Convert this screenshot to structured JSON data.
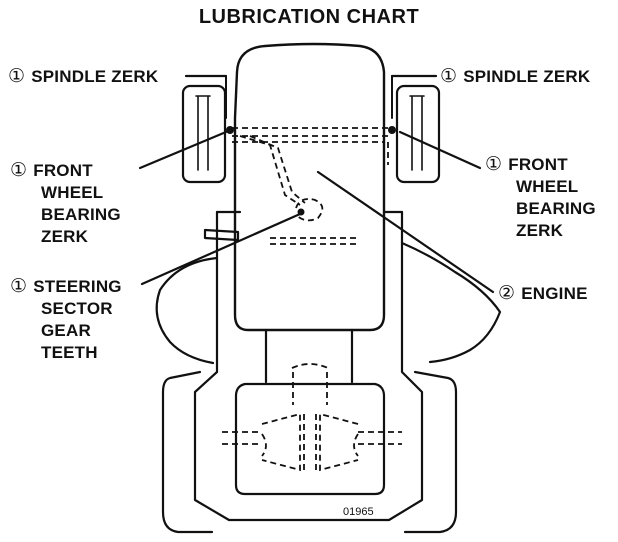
{
  "title": "LUBRICATION CHART",
  "figure_code": "01965",
  "labels": {
    "spindle_left": {
      "num": "①",
      "lines": [
        "SPINDLE ZERK"
      ]
    },
    "spindle_right": {
      "num": "①",
      "lines": [
        "SPINDLE ZERK"
      ]
    },
    "front_wheel_left": {
      "num": "①",
      "lines": [
        "FRONT",
        "WHEEL",
        "BEARING",
        "ZERK"
      ]
    },
    "front_wheel_right": {
      "num": "①",
      "lines": [
        "FRONT",
        "WHEEL",
        "BEARING",
        "ZERK"
      ]
    },
    "steering": {
      "num": "①",
      "lines": [
        "STEERING",
        "SECTOR",
        "GEAR",
        "TEETH"
      ]
    },
    "engine": {
      "num": "②",
      "lines": [
        "ENGINE"
      ]
    }
  },
  "colors": {
    "ink": "#111111",
    "background": "#ffffff"
  }
}
